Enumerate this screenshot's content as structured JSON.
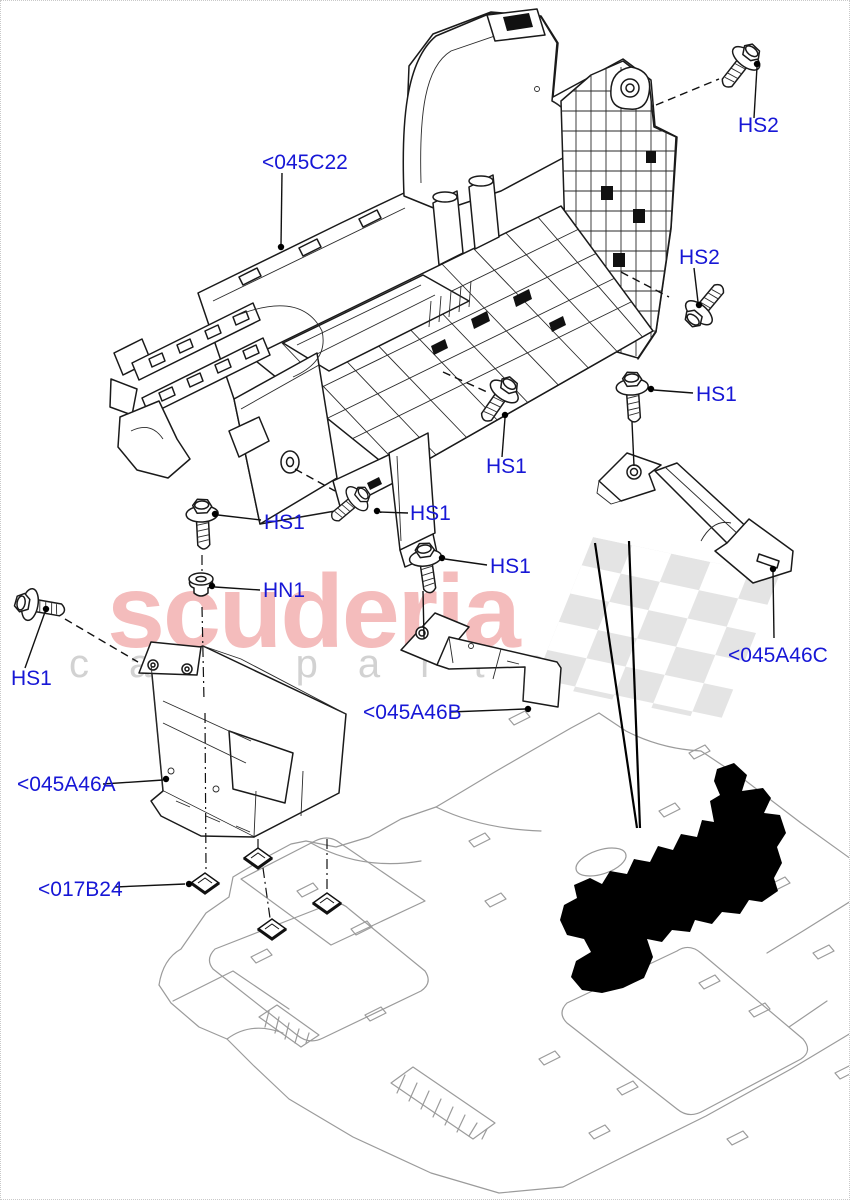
{
  "watermark": {
    "brand": "scuderia",
    "tagline": "car parts"
  },
  "colors": {
    "callout_blue": "#1717d6",
    "watermark_pink": "#f4bcbc",
    "watermark_gray": "#d2d2d2",
    "checker_gray": "#e4e4e4",
    "carpet_gray": "#9b9b9b"
  },
  "callouts": [
    {
      "id": "console-frame",
      "text": "<045C22"
    },
    {
      "id": "hs2-top",
      "text": "HS2"
    },
    {
      "id": "hs2-side",
      "text": "HS2"
    },
    {
      "id": "hs1-right",
      "text": "HS1"
    },
    {
      "id": "hs1-mid-upper",
      "text": "HS1"
    },
    {
      "id": "hs1-front",
      "text": "HS1"
    },
    {
      "id": "hs1-left",
      "text": "HS1"
    },
    {
      "id": "hn1-nut",
      "text": "HN1"
    },
    {
      "id": "hs1-bracket-b",
      "text": "HS1"
    },
    {
      "id": "hs1-far-left",
      "text": "HS1"
    },
    {
      "id": "bracket-c",
      "text": "<045A46C"
    },
    {
      "id": "bracket-b",
      "text": "<045A46B"
    },
    {
      "id": "bracket-a",
      "text": "<045A46A"
    },
    {
      "id": "floor-clip",
      "text": "<017B24"
    }
  ]
}
